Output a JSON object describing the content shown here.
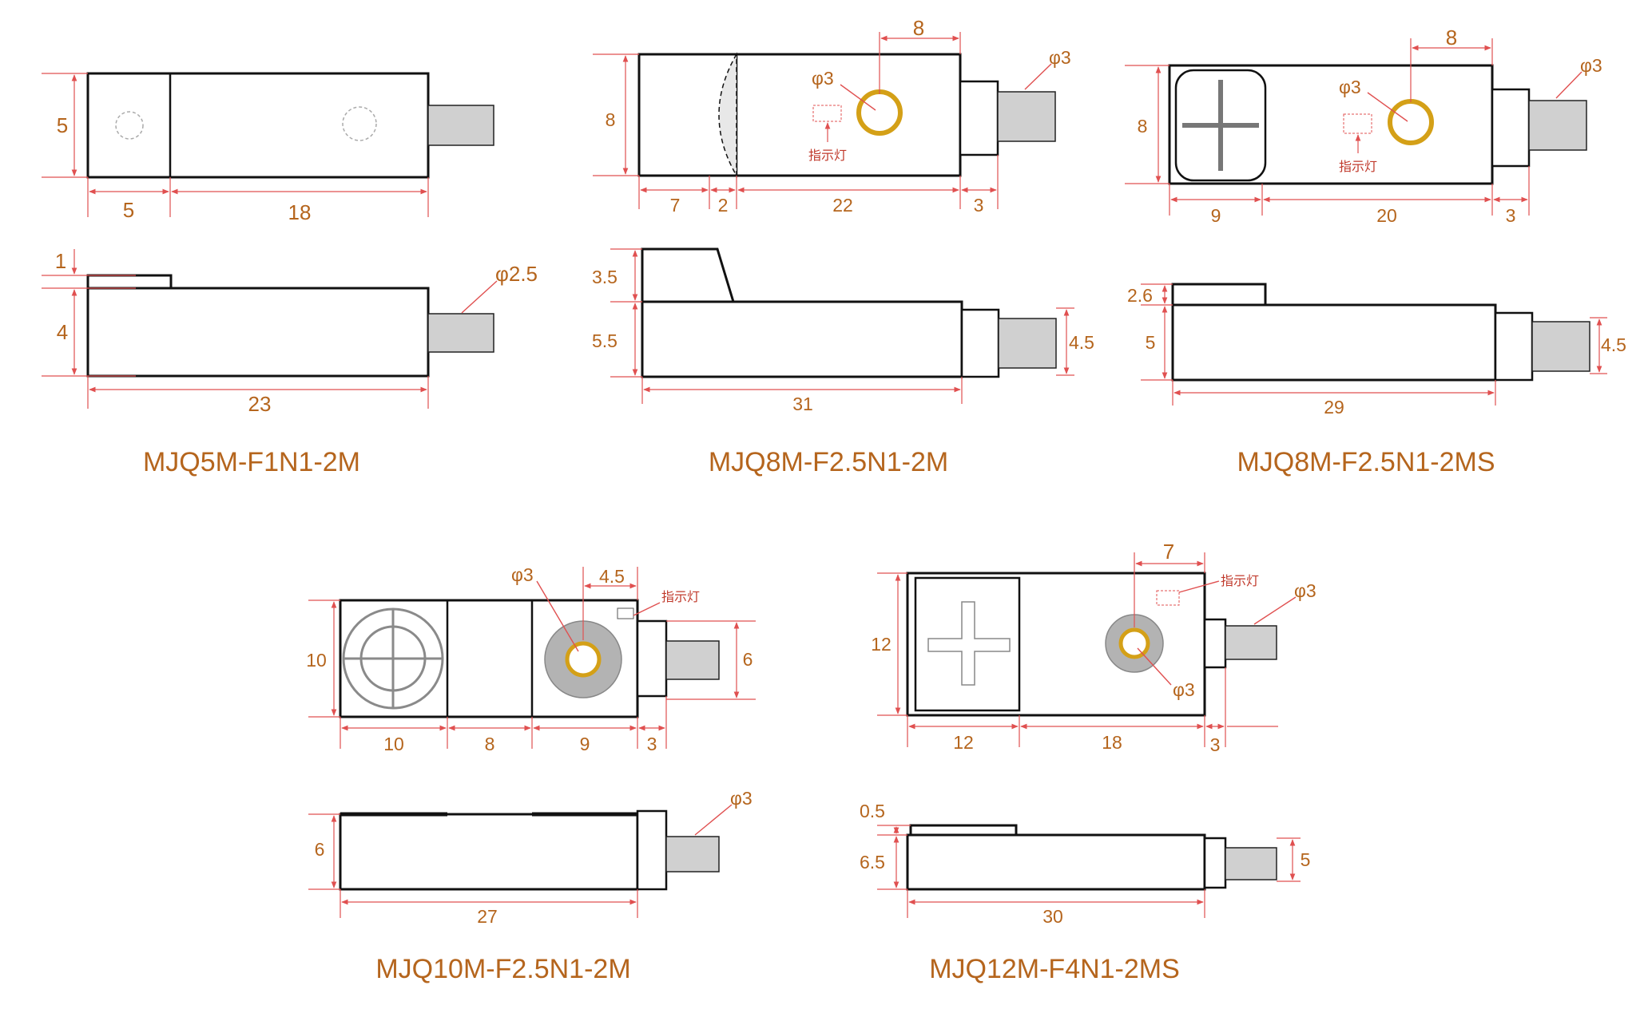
{
  "models": [
    {
      "id": "mjq5m",
      "title": "MJQ5M-F1N1-2M",
      "top": {
        "height": "5",
        "seg1": "5",
        "seg2": "18"
      },
      "side": {
        "tab": "1",
        "body": "4",
        "total": "23",
        "cable": "φ2.5"
      }
    },
    {
      "id": "mjq8m",
      "title": "MJQ8M-F2.5N1-2M",
      "top": {
        "height": "8",
        "led_offset": "8",
        "hole": "φ3",
        "cable": "φ3",
        "led_label": "指示灯",
        "seg1": "7",
        "seg2": "2",
        "seg3": "22",
        "seg4": "3"
      },
      "side": {
        "upper": "3.5",
        "lower": "5.5",
        "total": "31",
        "cable_height": "4.5"
      }
    },
    {
      "id": "mjq8ms",
      "title": "MJQ8M-F2.5N1-2MS",
      "top": {
        "height": "8",
        "led_offset": "8",
        "hole": "φ3",
        "cable": "φ3",
        "led_label": "指示灯",
        "seg1": "9",
        "seg2": "20",
        "seg3": "3"
      },
      "side": {
        "upper": "2.6",
        "lower": "5",
        "total": "29",
        "cable_height": "4.5"
      }
    },
    {
      "id": "mjq10m",
      "title": "MJQ10M-F2.5N1-2M",
      "top": {
        "height": "10",
        "hole": "φ3",
        "led_offset": "4.5",
        "led_label": "指示灯",
        "cable_height": "6",
        "seg1": "10",
        "seg2": "8",
        "seg3": "9",
        "seg4": "3"
      },
      "side": {
        "height": "6",
        "total": "27",
        "cable": "φ3"
      }
    },
    {
      "id": "mjq12ms",
      "title": "MJQ12M-F4N1-2MS",
      "top": {
        "height": "12",
        "led_offset": "7",
        "led_label": "指示灯",
        "cable": "φ3",
        "hole": "φ3",
        "seg1": "12",
        "seg2": "18",
        "seg3": "3"
      },
      "side": {
        "tab": "0.5",
        "body": "6.5",
        "total": "30",
        "cable_height": "5"
      }
    }
  ],
  "colors": {
    "label": "#b5651d",
    "dimension_line": "#e05050",
    "ring": "#d4a017",
    "outline": "#111111",
    "shaft": "#d0d0d0"
  }
}
